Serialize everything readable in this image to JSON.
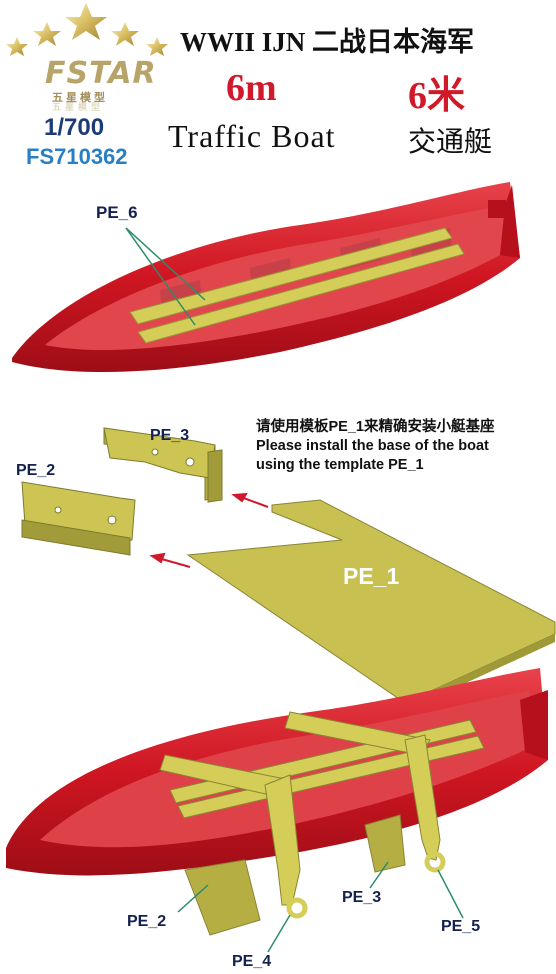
{
  "brand": {
    "name": "FSTAR",
    "subtitle": "五星模型",
    "tagline": "五星模型"
  },
  "scale": "1/700",
  "product_code": "FS710362",
  "title": {
    "line1": "WWII IJN 二战日本海军",
    "size_en": "6m",
    "size_cn": "6米",
    "name_en": "Traffic Boat",
    "name_cn": "交通艇"
  },
  "instruction": {
    "cn": "请使用模板PE_1来精确安装小艇基座",
    "en_line1": "Please install the base of the boat",
    "en_line2": "using the template PE_1"
  },
  "labels": {
    "top_pe6": "PE_6",
    "mid_pe3": "PE_3",
    "mid_pe2": "PE_2",
    "template_pe1": "PE_1",
    "bot_pe2": "PE_2",
    "bot_pe4": "PE_4",
    "bot_pe3": "PE_3",
    "bot_pe5": "PE_5"
  },
  "colors": {
    "hull": "#d21824",
    "brass": "#c9c258",
    "arrow": "#d0192a",
    "label": "#14214f"
  }
}
